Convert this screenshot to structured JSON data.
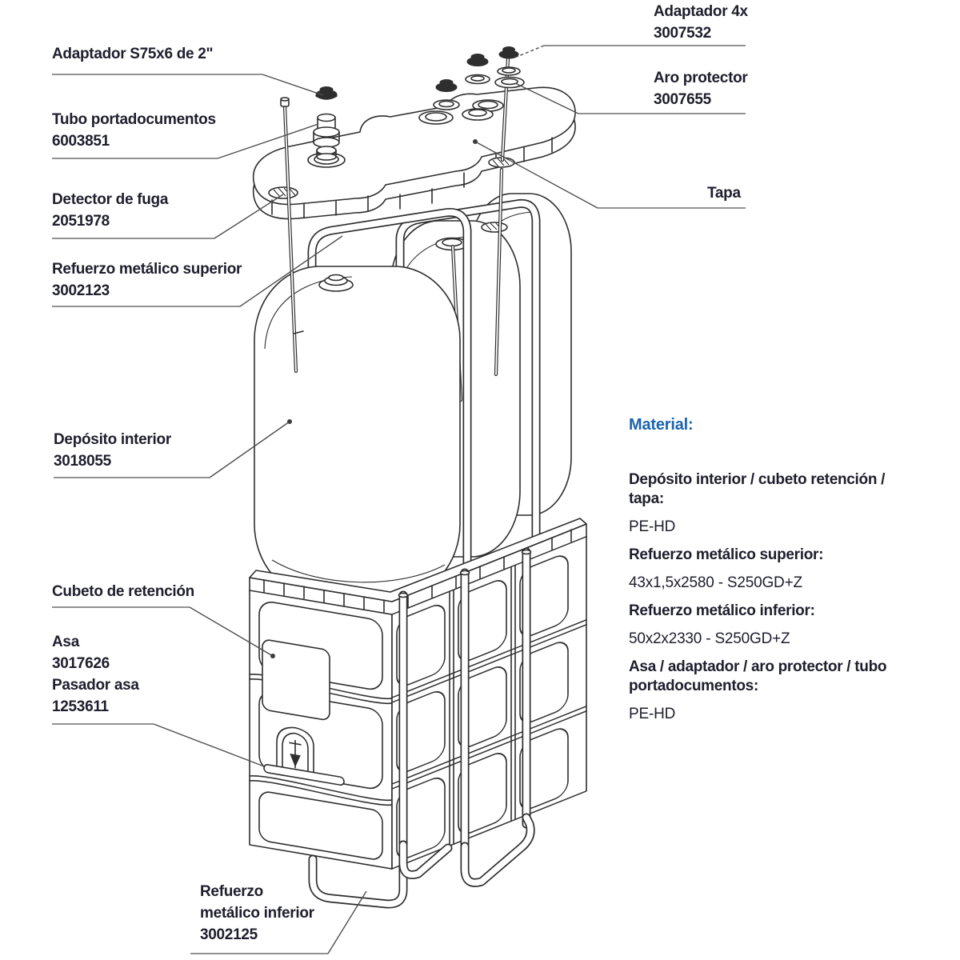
{
  "colors": {
    "label_text": "#1e1e2d",
    "accent_blue": "#1b63b0",
    "line_art": "#2e2e2e",
    "underline_gray": "#6f6f6f"
  },
  "labels": {
    "left": [
      {
        "lines": [
          "Adaptador S75x6 de 2\""
        ]
      },
      {
        "lines": [
          "Tubo portadocumentos",
          "6003851"
        ]
      },
      {
        "lines": [
          "Detector de fuga",
          "2051978"
        ]
      },
      {
        "lines": [
          "Refuerzo metálico superior",
          "3002123"
        ]
      },
      {
        "lines": [
          "Depósito interior",
          "3018055"
        ]
      },
      {
        "lines": [
          "Cubeto de retención"
        ]
      },
      {
        "lines": [
          "Asa",
          "3017626",
          "Pasador asa",
          "1253611"
        ]
      },
      {
        "lines": [
          "Refuerzo",
          "metálico inferior",
          "3002125"
        ]
      }
    ],
    "right": [
      {
        "lines": [
          "Adaptador 4x",
          "3007532"
        ]
      },
      {
        "lines": [
          "Aro protector",
          "3007655"
        ]
      },
      {
        "lines": [
          "Tapa"
        ]
      }
    ]
  },
  "material": {
    "heading": "Material:",
    "entries": [
      {
        "name": "Depósito interior / cubeto retención / tapa:",
        "value": "PE-HD"
      },
      {
        "name": "Refuerzo metálico superior:",
        "value": "43x1,5x2580 - S250GD+Z"
      },
      {
        "name": "Refuerzo metálico inferior:",
        "value": "50x2x2330 - S250GD+Z"
      },
      {
        "name": "Asa / adaptador / aro protector / tubo portadocumentos:",
        "value": "PE-HD"
      }
    ]
  }
}
